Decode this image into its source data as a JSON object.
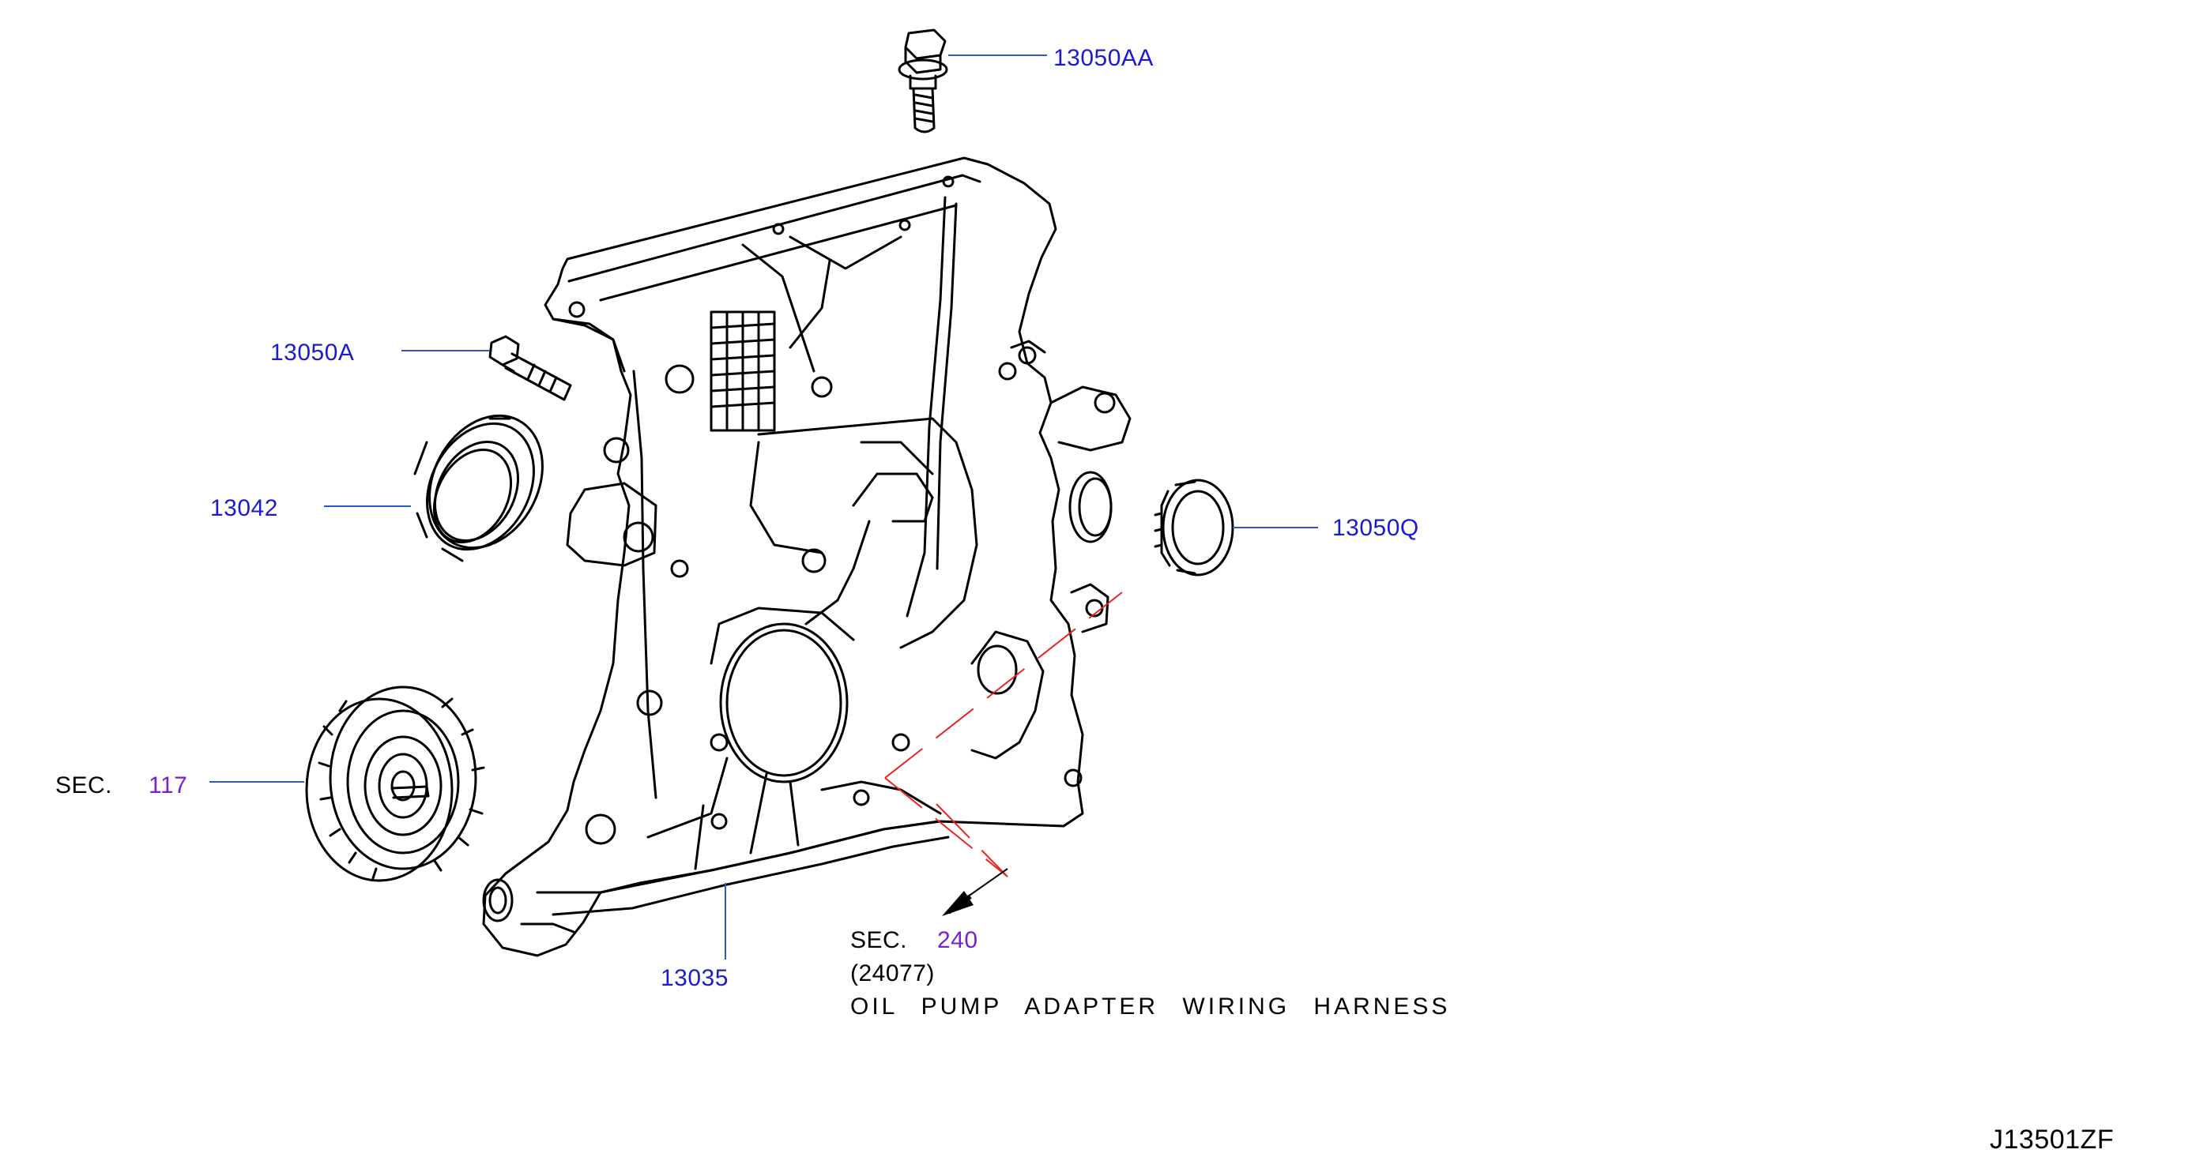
{
  "colors": {
    "part_number": "#1a1ad4",
    "section_ref": "#7a1fd6",
    "text": "#000000",
    "leader": "#3355cc",
    "centerline": "#e22222"
  },
  "callouts": {
    "bolt_top": "13050AA",
    "bolt_left": "13050A",
    "seal_left": "13042",
    "seal_right": "13050Q",
    "cover": "13035"
  },
  "sections": {
    "idler": {
      "prefix": "SEC.",
      "number": "117"
    },
    "harness": {
      "prefix": "SEC.",
      "number": "240",
      "part": "(24077)",
      "description": "OIL  PUMP  ADAPTER  WIRING  HARNESS"
    }
  },
  "diagram_id": "J13501ZF"
}
